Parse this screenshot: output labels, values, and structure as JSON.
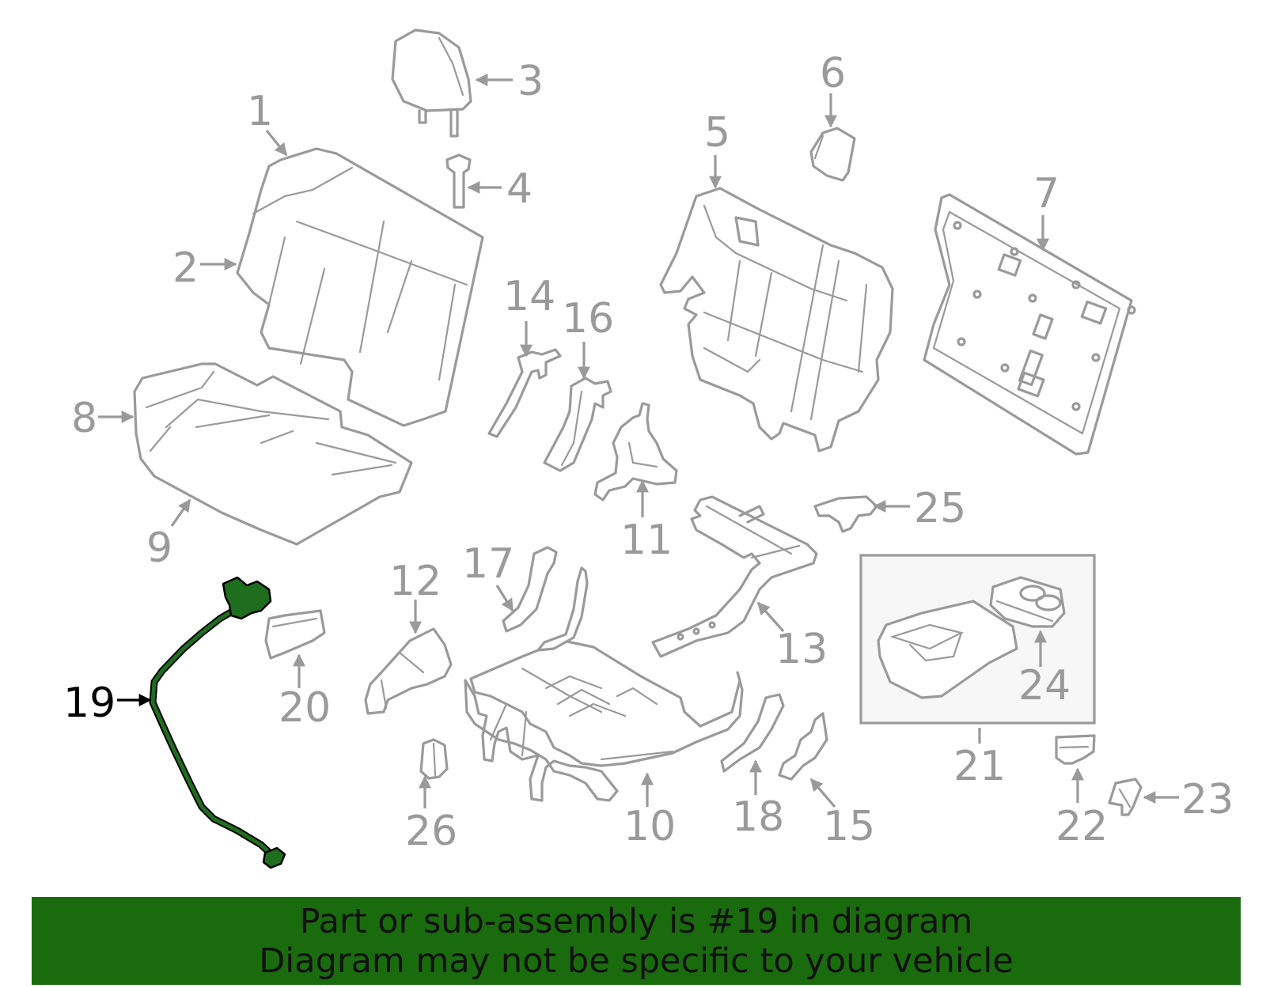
{
  "diagram": {
    "callouts": [
      "1",
      "2",
      "3",
      "4",
      "5",
      "6",
      "7",
      "8",
      "9",
      "10",
      "11",
      "12",
      "13",
      "14",
      "15",
      "16",
      "17",
      "18",
      "19",
      "20",
      "21",
      "22",
      "23",
      "24",
      "25",
      "26"
    ],
    "highlighted_callout": "19",
    "colors": {
      "highlight": "#1f6e1f",
      "line_art": "#9a9a9a",
      "banner": "#1a6b0e"
    }
  },
  "banner": {
    "line1": "Part or sub-assembly is #19 in diagram",
    "line2": "Diagram may not be specific to your vehicle"
  }
}
